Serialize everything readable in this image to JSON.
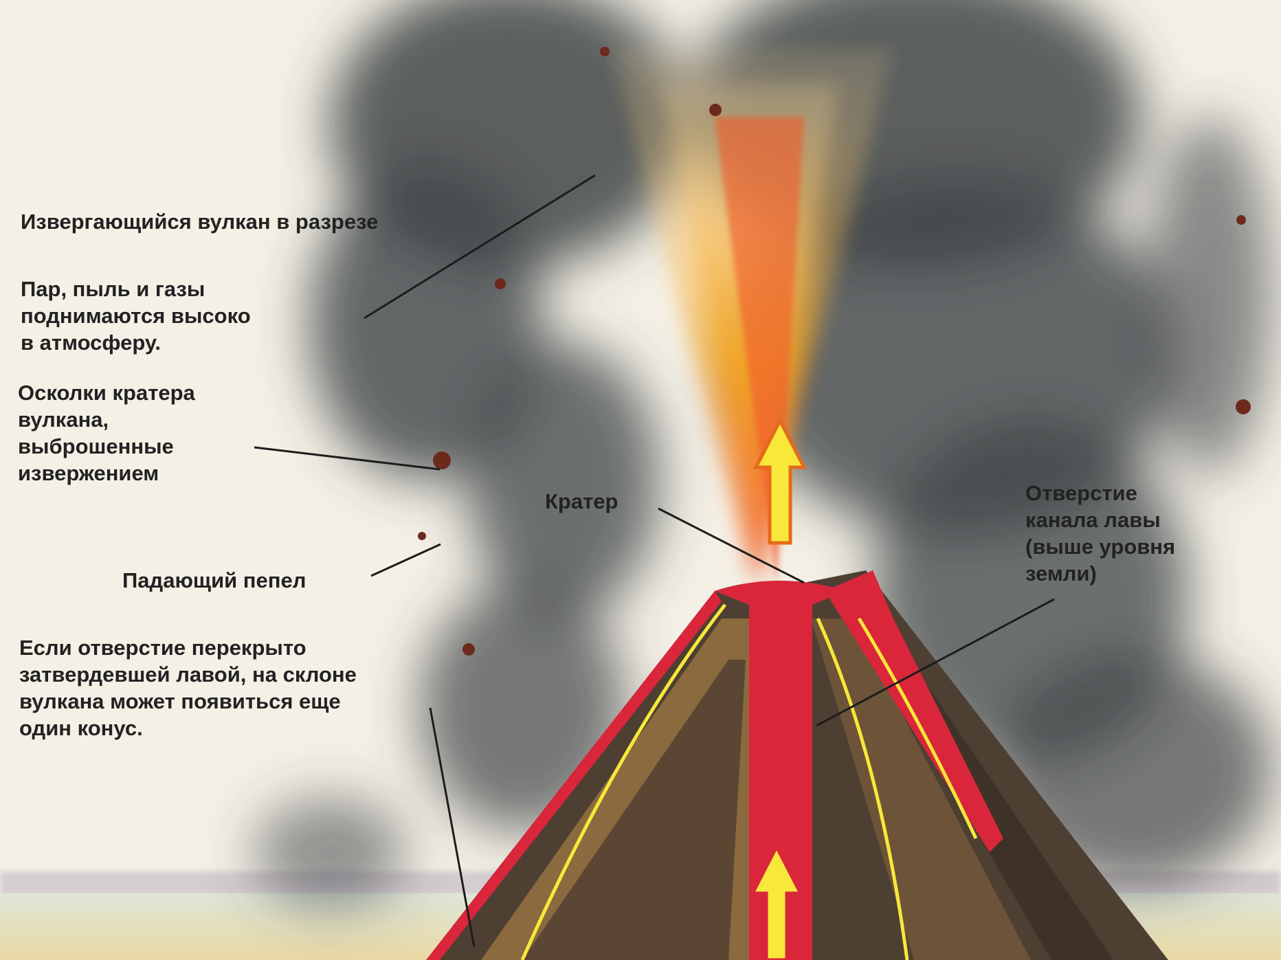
{
  "diagram": {
    "title": "Извергающийся вулкан в разрезе",
    "labels": {
      "steam": [
        "Пар, пыль и газы",
        "поднимаются высоко",
        "в атмосферу."
      ],
      "fragments": [
        "Осколки кратера",
        "вулкана,",
        "выброшенные",
        "извержением"
      ],
      "ash": "Падающий пепел",
      "side_cone": [
        "Если отверстие перекрыто",
        "затвердевшей лавой, на склоне",
        "вулкана может появиться еще",
        "один конус."
      ],
      "crater": "Кратер",
      "vent": [
        "Отверстие",
        "канала лавы",
        "(выше уровня",
        "земли)"
      ]
    },
    "colors": {
      "smoke": "#3f4447",
      "lava": "#d9263a",
      "fountain": "#f6a623",
      "arrow": "#f7e83a",
      "rock_dark": "#4e3f33",
      "rock_light": "#8a6a3e",
      "ground": "#e9d9a4",
      "sky": "#f4f0e6"
    }
  }
}
